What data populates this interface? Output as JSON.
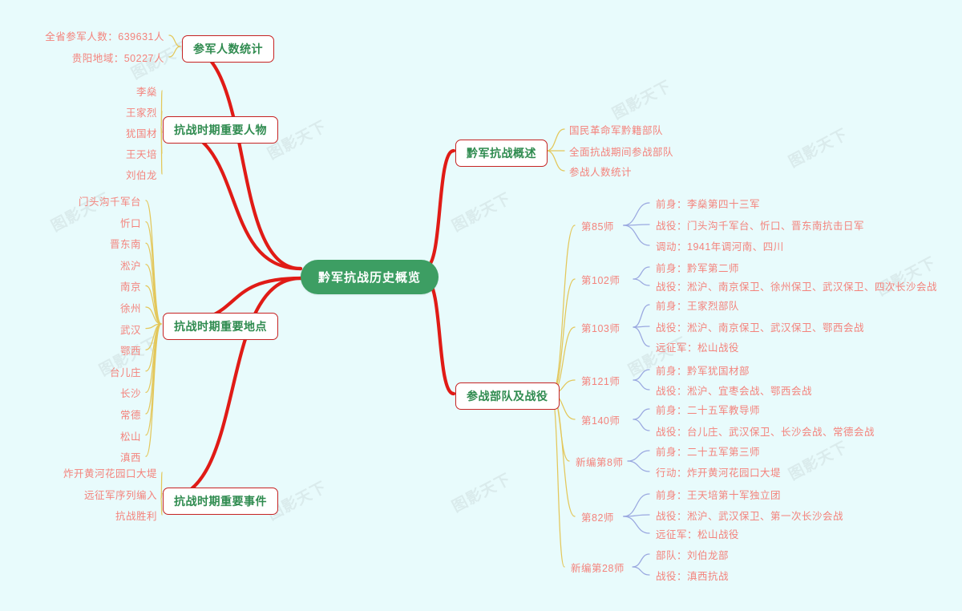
{
  "meta": {
    "title": "黔军抗战历史概览",
    "background_color": "#e8fbfc",
    "root_fill": "#3d9e63",
    "root_text_color": "#ffffff",
    "branch_border_color": "#c62222",
    "branch_text_color": "#2f8b4f",
    "leaf_text_color": "#f4837c",
    "root_link_color": "#e01b16",
    "level2_link_color": "#e3c75a",
    "level3_link_color": "#9aa8e0",
    "watermark_text": "图影天下"
  },
  "root": {
    "label": "黔军抗战历史概览"
  },
  "left_branches": [
    {
      "label": "参军人数统计",
      "children": [
        {
          "label": "全省参军人数：639631人"
        },
        {
          "label": "贵阳地域：50227人"
        }
      ]
    },
    {
      "label": "抗战时期重要人物",
      "children": [
        {
          "label": "李燊"
        },
        {
          "label": "王家烈"
        },
        {
          "label": "犹国材"
        },
        {
          "label": "王天培"
        },
        {
          "label": "刘伯龙"
        }
      ]
    },
    {
      "label": "抗战时期重要地点",
      "children": [
        {
          "label": "门头沟千军台"
        },
        {
          "label": "忻口"
        },
        {
          "label": "晋东南"
        },
        {
          "label": "淞沪"
        },
        {
          "label": "南京"
        },
        {
          "label": "徐州"
        },
        {
          "label": "武汉"
        },
        {
          "label": "鄂西"
        },
        {
          "label": "台儿庄"
        },
        {
          "label": "长沙"
        },
        {
          "label": "常德"
        },
        {
          "label": "松山"
        },
        {
          "label": "滇西"
        }
      ]
    },
    {
      "label": "抗战时期重要事件",
      "children": [
        {
          "label": "炸开黄河花园口大堤"
        },
        {
          "label": "远征军序列编入"
        },
        {
          "label": "抗战胜利"
        }
      ]
    }
  ],
  "right_branches": [
    {
      "label": "黔军抗战概述",
      "children": [
        {
          "label": "国民革命军黔籍部队"
        },
        {
          "label": "全面抗战期间参战部队"
        },
        {
          "label": "参战人数统计"
        }
      ]
    },
    {
      "label": "参战部队及战役",
      "divisions": [
        {
          "label": "第85师",
          "details": [
            "前身：李燊第四十三军",
            "战役：门头沟千军台、忻口、晋东南抗击日军",
            "调动：1941年调河南、四川"
          ]
        },
        {
          "label": "第102师",
          "details": [
            "前身：黔军第二师",
            "战役：淞沪、南京保卫、徐州保卫、武汉保卫、四次长沙会战"
          ]
        },
        {
          "label": "第103师",
          "details": [
            "前身：王家烈部队",
            "战役：淞沪、南京保卫、武汉保卫、鄂西会战",
            "远征军：松山战役"
          ]
        },
        {
          "label": "第121师",
          "details": [
            "前身：黔军犹国材部",
            "战役：淞沪、宜枣会战、鄂西会战"
          ]
        },
        {
          "label": "第140师",
          "details": [
            "前身：二十五军教导师",
            "战役：台儿庄、武汉保卫、长沙会战、常德会战"
          ]
        },
        {
          "label": "新编第8师",
          "details": [
            "前身：二十五军第三师",
            "行动：炸开黄河花园口大堤"
          ]
        },
        {
          "label": "第82师",
          "details": [
            "前身：王天培第十军独立团",
            "战役：淞沪、武汉保卫、第一次长沙会战",
            "远征军：松山战役"
          ]
        },
        {
          "label": "新编第28师",
          "details": [
            "部队：刘伯龙部",
            "战役：滇西抗战"
          ]
        }
      ]
    }
  ]
}
